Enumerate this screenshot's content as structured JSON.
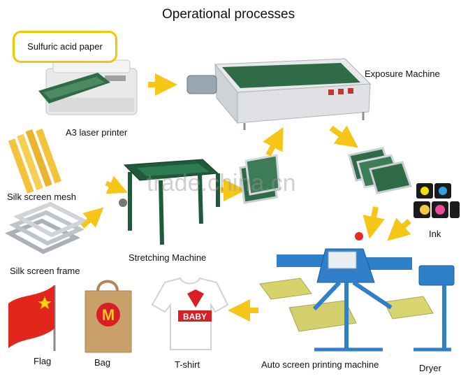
{
  "title": "Operational processes",
  "callout": "Sulfuric acid paper",
  "watermark": "trade.china.cn",
  "labels": {
    "printer": "A3 laser printer",
    "exposure": "Exposure Machine",
    "mesh": "Silk screen mesh",
    "frame": "Silk screen frame",
    "stretching": "Stretching Machine",
    "ink": "Ink",
    "auto": "Auto screen printing machine",
    "dryer": "Dryer",
    "flag": "Flag",
    "bag": "Bag",
    "tshirt": "T-shirt"
  },
  "colors": {
    "arrow": "#f5c518",
    "callout_border": "#f0c800",
    "screen_green": "#2f6b47",
    "frame_gray": "#b9bec4",
    "machine_blue": "#2f7fc9",
    "flag_red": "#e3261b",
    "flag_star": "#ffd400",
    "bag_tan": "#c9a06a",
    "logo_red": "#d81f26"
  },
  "product": {
    "bag_logo": "M",
    "tshirt_logo": "BABY"
  }
}
